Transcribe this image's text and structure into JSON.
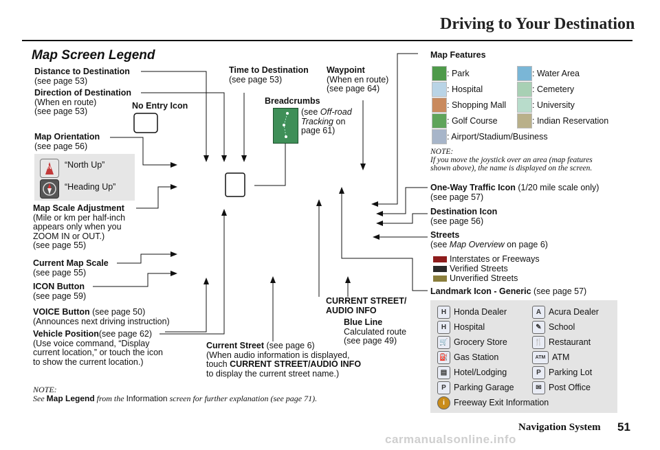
{
  "header": {
    "title": "Driving to Your Destination"
  },
  "section_title": "Map Screen Legend",
  "labels": {
    "distance": {
      "title": "Distance to Destination",
      "sub": "(see page 53)"
    },
    "direction": {
      "title": "Direction of Destination",
      "l1": "(When en route)",
      "l2": "(see page 53)"
    },
    "no_entry": {
      "title": "No Entry Icon"
    },
    "orientation": {
      "title": "Map Orientation",
      "sub": "(see page 56)",
      "north": "“North Up”",
      "heading": "“Heading Up”"
    },
    "scale_adj": {
      "title": "Map Scale Adjustment",
      "l1": "(Mile or km per half-inch",
      "l2": "appears only when you",
      "l3": "ZOOM IN or OUT.)",
      "l4": "(see page 55)"
    },
    "current_scale": {
      "title": "Current Map Scale",
      "sub": "(see page 55)"
    },
    "icon_button": {
      "title": "ICON Button",
      "sub": "(see page 59)"
    },
    "voice": {
      "title": "VOICE Button",
      "ref": " (see page 50)",
      "sub": "(Announces next driving instruction)"
    },
    "vehicle": {
      "title": "Vehicle Position",
      "ref": "(see page 62)",
      "l1": "(Use voice command, “Display",
      "l2": "current location,” or touch the icon",
      "l3": "to show the current location.)"
    },
    "time": {
      "title": "Time to Destination",
      "sub": "(see page 53)"
    },
    "waypoint": {
      "title": "Waypoint",
      "l1": "(When en route)",
      "l2": "(see page 64)"
    },
    "breadcrumbs": {
      "title": "Breadcrumbs",
      "l1a": "(see ",
      "l1b": "Off-road",
      "l2a": "Tracking",
      "l2b": " on",
      "l3": "page 61)"
    },
    "current_street": {
      "title": "Current Street",
      "ref": " (see page 6)",
      "l1": "(When audio information is displayed,",
      "l2a": "touch ",
      "l2b": "CURRENT STREET/AUDIO INFO",
      "l3": "to display the current street name.)"
    },
    "cs_audio": {
      "l1": "CURRENT STREET/",
      "l2": "AUDIO INFO"
    },
    "blue_line": {
      "title": "Blue Line",
      "l1": "Calculated route",
      "l2": "(see page 49)"
    },
    "map_features": {
      "title": "Map Features"
    },
    "one_way": {
      "title": "One-Way Traffic Icon",
      "ref": " (1/20 mile scale only)",
      "sub": "(see page 57)"
    },
    "dest_icon": {
      "title": "Destination Icon",
      "sub": "(see page 56)"
    },
    "streets": {
      "title": "Streets",
      "l1a": "(see ",
      "l1b": "Map Overview",
      "l1c": " on page 6)"
    },
    "landmark": {
      "title": "Landmark Icon - Generic",
      "ref": " (see page 57)"
    }
  },
  "features": [
    {
      "label": ": Park",
      "color": "#4e9a4a"
    },
    {
      "label": ": Water Area",
      "color": "#7ab6d6"
    },
    {
      "label": ": Hospital",
      "color": "#b9d4e6"
    },
    {
      "label": ": Cemetery",
      "color": "#a8d0b4"
    },
    {
      "label": ": Shopping Mall",
      "color": "#c98a5e"
    },
    {
      "label": ": University",
      "color": "#b8dccb"
    },
    {
      "label": ": Golf Course",
      "color": "#5fa45a"
    },
    {
      "label": ": Indian Reservation",
      "color": "#b9b08a"
    },
    {
      "label": ": Airport/Stadium/Business",
      "color": "#a7b5c9"
    }
  ],
  "feature_note": {
    "head": "NOTE:",
    "l1": "If you move the joystick over an area (map features",
    "l2": "shown above), the name is displayed on the screen."
  },
  "street_types": [
    {
      "label": "Interstates or Freeways",
      "color": "#8e1c1c"
    },
    {
      "label": "Verified Streets",
      "color": "#2a2a2a"
    },
    {
      "label": "Unverified Streets",
      "color": "#8a7e3c"
    }
  ],
  "landmarks": [
    {
      "label": "Honda Dealer",
      "icon": "honda-icon",
      "glyph": "H"
    },
    {
      "label": "Acura Dealer",
      "icon": "acura-icon",
      "glyph": "A"
    },
    {
      "label": "Hospital",
      "icon": "hospital-icon",
      "glyph": "H"
    },
    {
      "label": "School",
      "icon": "school-icon",
      "glyph": "✎"
    },
    {
      "label": "Grocery Store",
      "icon": "grocery-icon",
      "glyph": "🛒"
    },
    {
      "label": "Restaurant",
      "icon": "restaurant-icon",
      "glyph": "🍴"
    },
    {
      "label": "Gas Station",
      "icon": "gas-icon",
      "glyph": "⛽"
    },
    {
      "label": "ATM",
      "icon": "atm-icon",
      "glyph": "ATM"
    },
    {
      "label": "Hotel/Lodging",
      "icon": "hotel-icon",
      "glyph": "▤"
    },
    {
      "label": "Parking Lot",
      "icon": "parking-lot-icon",
      "glyph": "P"
    },
    {
      "label": "Parking Garage",
      "icon": "parking-garage-icon",
      "glyph": "P"
    },
    {
      "label": "Post Office",
      "icon": "post-office-icon",
      "glyph": "✉"
    },
    {
      "label": "Freeway Exit Information",
      "icon": "info-icon",
      "glyph": "i"
    }
  ],
  "bottom_note": {
    "head": "NOTE:",
    "a": "See ",
    "b": "Map Legend",
    "c": " from the ",
    "d": "Information",
    "e": " screen for further explanation (see page 71)."
  },
  "footer": {
    "title": "Navigation System",
    "page": "51",
    "watermark": "carmanualsonline.info"
  }
}
